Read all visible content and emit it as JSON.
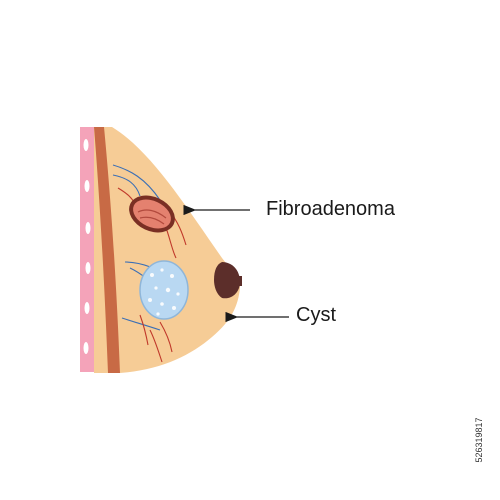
{
  "labels": {
    "fibroadenoma": "Fibroadenoma",
    "cyst": "Cyst"
  },
  "stock_id": "526319817",
  "colors": {
    "background": "#ffffff",
    "skin": "#f6cc96",
    "chest_wall": "#f4a3b9",
    "muscle": "#c86a45",
    "fibroadenoma": "#e4816f",
    "cyst": "#b9d8f2",
    "nipple": "#5c2e2a",
    "vessels_red": "#c0392b",
    "vessels_blue": "#3b6fb5"
  },
  "icons": [
    "fibroadenoma-arrow-icon",
    "cyst-arrow-icon"
  ]
}
